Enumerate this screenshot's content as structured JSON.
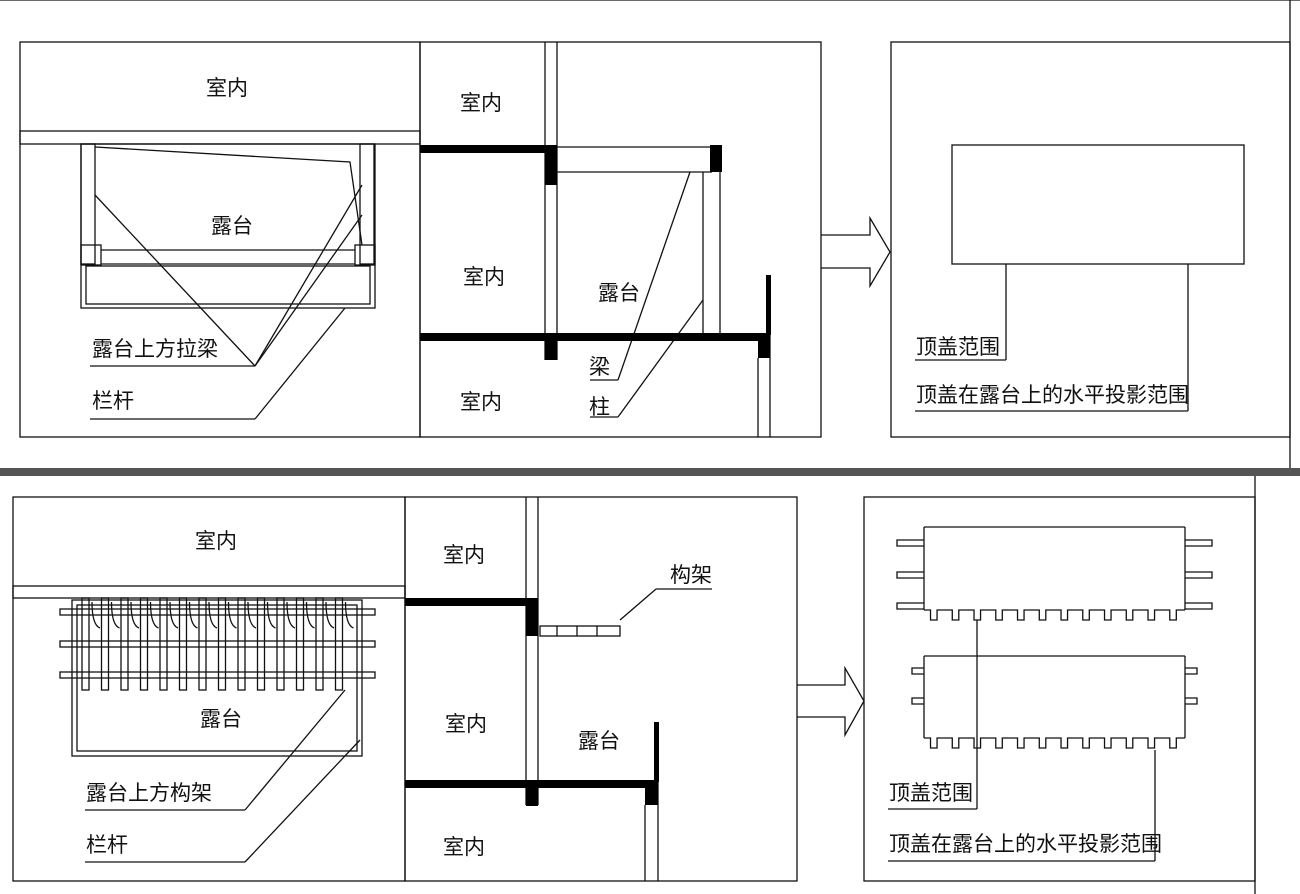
{
  "colors": {
    "line": "#111111",
    "wall": "#000000",
    "separator": "#555555",
    "background": "#ffffff"
  },
  "top": {
    "plan": {
      "indoor": "室内",
      "terrace": "露台",
      "beam_label": "露台上方拉梁",
      "railing_label": "栏杆"
    },
    "section": {
      "indoor_upper": "室内",
      "indoor_middle": "室内",
      "indoor_lower": "室内",
      "terrace": "露台",
      "beam_label": "梁",
      "column_label": "柱"
    },
    "result": {
      "cover_label": "顶盖范围",
      "projection_label": "顶盖在露台上的水平投影范围"
    }
  },
  "bottom": {
    "plan": {
      "indoor": "室内",
      "terrace": "露台",
      "frame_label": "露台上方构架",
      "railing_label": "栏杆"
    },
    "section": {
      "indoor_upper": "室内",
      "indoor_middle": "室内",
      "indoor_lower": "室内",
      "terrace": "露台",
      "frame_label": "构架"
    },
    "result": {
      "cover_label": "顶盖范围",
      "projection_label": "顶盖在露台上的水平投影范围"
    }
  }
}
